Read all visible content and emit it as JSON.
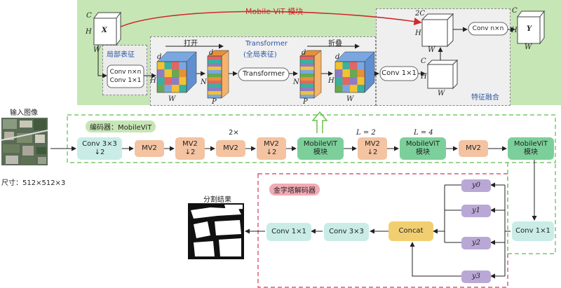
{
  "mobilevit_block": {
    "title": "Mobile ViT 模块",
    "input_label": "X",
    "output_label": "Y",
    "local_label": "局部表征",
    "local_conv": [
      "Conv n×n",
      "Conv 1×1"
    ],
    "transformer_title": "Transformer",
    "transformer_subtitle": "(全局表征)",
    "unfold_label": "打开",
    "fold_label": "折叠",
    "transformer_box": "Transformer",
    "conv1x1_after": "Conv 1×1",
    "fusion_label": "特征融合",
    "fusion_conv": "Conv n×n",
    "dim_labels": {
      "c": "C",
      "h": "H",
      "w": "W",
      "d": "d",
      "n": "N",
      "p": "P",
      "two_c": "2C"
    }
  },
  "encoder": {
    "title": "编码器：MobileViT",
    "input_title": "输入图像",
    "input_size": "尺寸：512×512×3",
    "blocks": [
      {
        "label": "Conv 3×3",
        "sub": "↓2",
        "kind": "conv"
      },
      {
        "label": "MV2",
        "sub": "",
        "kind": "mv2"
      },
      {
        "label": "MV2",
        "sub": "↓2",
        "kind": "mv2"
      },
      {
        "label": "MV2",
        "sub": "",
        "kind": "mv2"
      },
      {
        "label": "MV2",
        "sub": "↓2",
        "kind": "mv2"
      },
      {
        "label": "MobileViT",
        "sub": "模块",
        "kind": "mvit"
      },
      {
        "label": "MV2",
        "sub": "↓2",
        "kind": "mv2"
      },
      {
        "label": "MobileViT",
        "sub": "模块",
        "kind": "mvit"
      },
      {
        "label": "MV2",
        "sub": "",
        "kind": "mv2"
      },
      {
        "label": "MobileViT",
        "sub": "模块",
        "kind": "mvit"
      }
    ],
    "repeat_2x": "2×",
    "l2": "L = 2",
    "l4": "L = 4"
  },
  "decoder": {
    "title": "金字塔解码器",
    "y_labels": [
      "y0",
      "y1",
      "y2",
      "y3"
    ],
    "concat": "Concat",
    "conv3x3": "Conv 3×3",
    "conv1x1_out": "Conv 1×1",
    "conv1x1_in": "Conv 1×1",
    "result_title": "分割结果"
  },
  "colors": {
    "green_bg": "#c6e6b5",
    "mv2": "#f3c3a2",
    "mobilevit": "#7ccf9a",
    "conv": "#c9ece7",
    "concat": "#f1cf71",
    "y_box": "#b9a8d6",
    "dashed_green": "#5cbd4c",
    "dashed_red": "#d03a5a",
    "arrow_red": "#d02a2a"
  }
}
